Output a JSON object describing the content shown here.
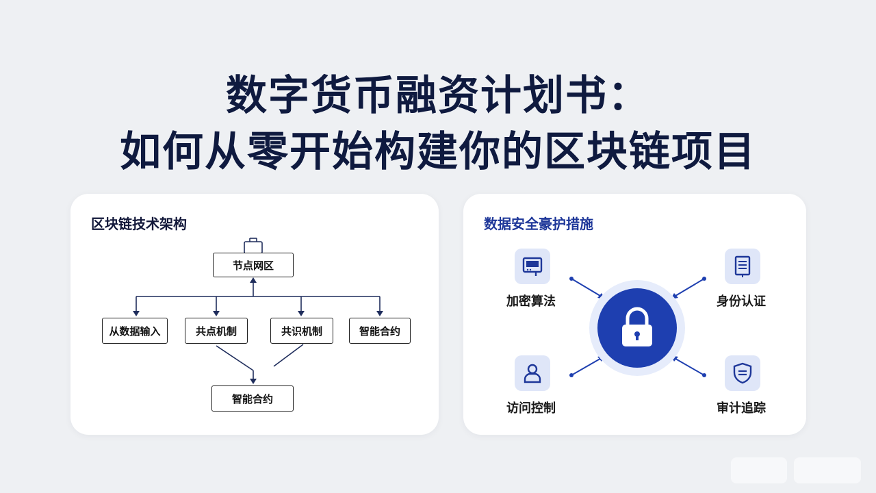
{
  "page": {
    "title_line1": "数字货币融资计划书：",
    "title_line2": "如何从零开始构建你的区块链项目"
  },
  "architecture": {
    "heading": "区块链技术架构",
    "top_node": "节点网区",
    "middle_nodes": [
      "从数据输入",
      "共点机制",
      "共识机制",
      "智能合约"
    ],
    "bottom_node": "智能合约"
  },
  "security": {
    "heading": "数据安全豪护措施",
    "items": [
      {
        "label": "加密算法",
        "icon": "monitor-icon"
      },
      {
        "label": "身份认证",
        "icon": "document-icon"
      },
      {
        "label": "访问控制",
        "icon": "user-icon"
      },
      {
        "label": "审计追踪",
        "icon": "shield-icon"
      }
    ],
    "center_icon": "padlock-icon"
  },
  "colors": {
    "title": "#0f1a3f",
    "accent": "#1e3fb0",
    "accent_ring": "#e6ecfb",
    "icon_bg": "#dfe6f8",
    "background": "#eef0f3"
  }
}
